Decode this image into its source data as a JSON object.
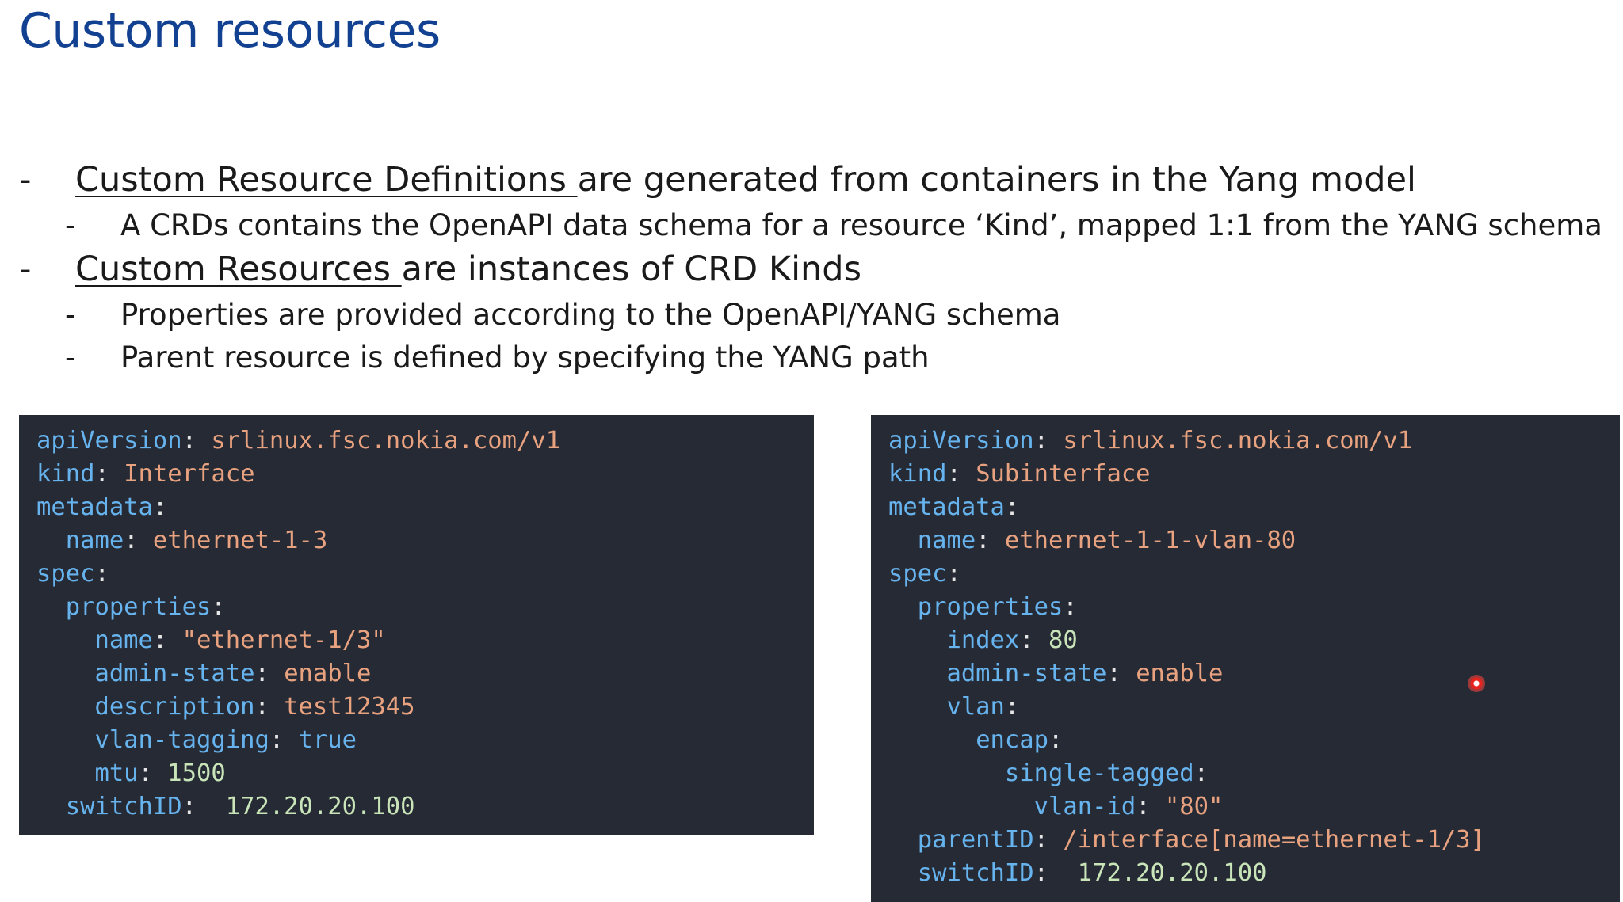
{
  "slide": {
    "title": "Custom resources",
    "bullets": {
      "b1": {
        "dash": "-",
        "link": "Custom Resource Definitions ",
        "rest": "are generated from containers in the Yang model",
        "sub": [
          {
            "dash": "-",
            "text": "A CRDs contains the OpenAPI data schema for a resource ‘Kind’, mapped 1:1 from the YANG schema"
          }
        ]
      },
      "b2": {
        "dash": "-",
        "link": "Custom Resources ",
        "rest": "are instances of CRD Kinds",
        "sub": [
          {
            "dash": "-",
            "text": "Properties are provided according to the OpenAPI/YANG schema"
          },
          {
            "dash": "-",
            "text": "Parent resource is defined by specifying the YANG path"
          }
        ]
      }
    },
    "code_left": {
      "lines": [
        {
          "indent": "",
          "key": "apiVersion",
          "sep": ": ",
          "value": "srlinux.fsc.nokia.com/v1",
          "vtype": "s"
        },
        {
          "indent": "",
          "key": "kind",
          "sep": ": ",
          "value": "Interface",
          "vtype": "s"
        },
        {
          "indent": "",
          "key": "metadata",
          "sep": ":",
          "value": "",
          "vtype": "s"
        },
        {
          "indent": "  ",
          "key": "name",
          "sep": ": ",
          "value": "ethernet-1-3",
          "vtype": "s"
        },
        {
          "indent": "",
          "key": "spec",
          "sep": ":",
          "value": "",
          "vtype": "s"
        },
        {
          "indent": "  ",
          "key": "properties",
          "sep": ":",
          "value": "",
          "vtype": "s"
        },
        {
          "indent": "    ",
          "key": "name",
          "sep": ": ",
          "value": "\"ethernet-1/3\"",
          "vtype": "s"
        },
        {
          "indent": "    ",
          "key": "admin-state",
          "sep": ": ",
          "value": "enable",
          "vtype": "s"
        },
        {
          "indent": "    ",
          "key": "description",
          "sep": ": ",
          "value": "test12345",
          "vtype": "s"
        },
        {
          "indent": "    ",
          "key": "vlan-tagging",
          "sep": ": ",
          "value": "true",
          "vtype": "k"
        },
        {
          "indent": "    ",
          "key": "mtu",
          "sep": ": ",
          "value": "1500",
          "vtype": "n"
        },
        {
          "indent": "  ",
          "key": "switchID",
          "sep": ":  ",
          "value": "172.20.20.100",
          "vtype": "n"
        }
      ]
    },
    "code_right": {
      "lines": [
        {
          "indent": "",
          "key": "apiVersion",
          "sep": ": ",
          "value": "srlinux.fsc.nokia.com/v1",
          "vtype": "s"
        },
        {
          "indent": "",
          "key": "kind",
          "sep": ": ",
          "value": "Subinterface",
          "vtype": "s"
        },
        {
          "indent": "",
          "key": "metadata",
          "sep": ":",
          "value": "",
          "vtype": "s"
        },
        {
          "indent": "  ",
          "key": "name",
          "sep": ": ",
          "value": "ethernet-1-1-vlan-80",
          "vtype": "s"
        },
        {
          "indent": "",
          "key": "spec",
          "sep": ":",
          "value": "",
          "vtype": "s"
        },
        {
          "indent": "  ",
          "key": "properties",
          "sep": ":",
          "value": "",
          "vtype": "s"
        },
        {
          "indent": "    ",
          "key": "index",
          "sep": ": ",
          "value": "80",
          "vtype": "n"
        },
        {
          "indent": "    ",
          "key": "admin-state",
          "sep": ": ",
          "value": "enable",
          "vtype": "s"
        },
        {
          "indent": "    ",
          "key": "vlan",
          "sep": ":",
          "value": "",
          "vtype": "s"
        },
        {
          "indent": "      ",
          "key": "encap",
          "sep": ":",
          "value": "",
          "vtype": "s"
        },
        {
          "indent": "        ",
          "key": "single-tagged",
          "sep": ":",
          "value": "",
          "vtype": "s"
        },
        {
          "indent": "          ",
          "key": "vlan-id",
          "sep": ": ",
          "value": "\"80\"",
          "vtype": "s"
        },
        {
          "indent": "  ",
          "key": "parentID",
          "sep": ": ",
          "value": "/interface[name=ethernet-1/3]",
          "vtype": "s"
        },
        {
          "indent": "  ",
          "key": "switchID",
          "sep": ":  ",
          "value": "172.20.20.100",
          "vtype": "n"
        }
      ]
    },
    "colors": {
      "title": "#124191",
      "code_background": "#262a35",
      "code_key": "#66b3ee",
      "code_string": "#e8a27f",
      "code_number": "#c8e4b8",
      "pointer": "#e8231f"
    }
  }
}
